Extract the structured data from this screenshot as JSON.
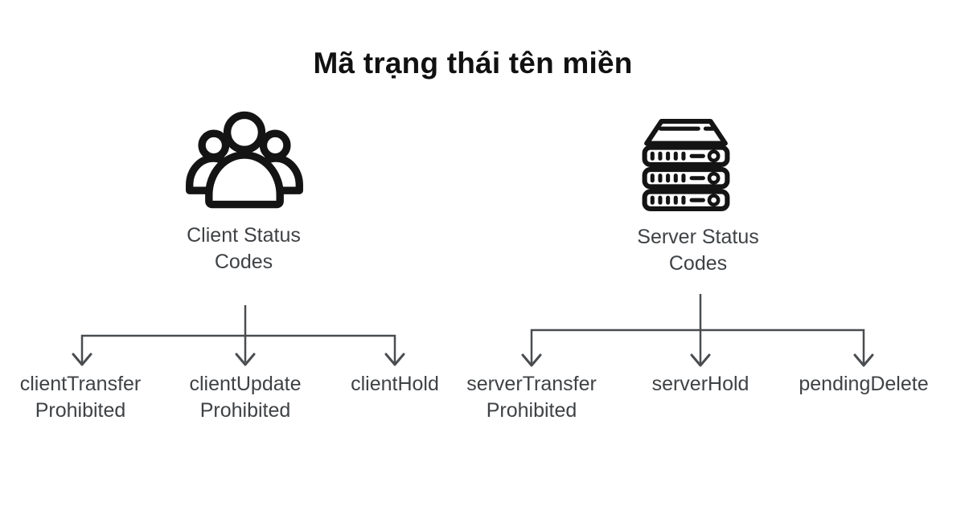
{
  "title": "Mã trạng thái tên miền",
  "colors": {
    "background": "#ffffff",
    "title_text": "#111111",
    "label_text": "#3f4245",
    "connector_line": "#4a4d50",
    "icon_stroke": "#141414"
  },
  "icons": {
    "left": "users-group-icon",
    "right": "server-rack-icon"
  },
  "trees": [
    {
      "icon": "users-group-icon",
      "root": {
        "lines": [
          "Client Status",
          "Codes"
        ]
      },
      "children": [
        {
          "lines": [
            "clientTransfer",
            "Prohibited"
          ]
        },
        {
          "lines": [
            "clientUpdate",
            "Prohibited"
          ]
        },
        {
          "lines": [
            "clientHold"
          ]
        }
      ]
    },
    {
      "icon": "server-rack-icon",
      "root": {
        "lines": [
          "Server Status",
          "Codes"
        ]
      },
      "children": [
        {
          "lines": [
            "serverTransfer",
            "Prohibited"
          ]
        },
        {
          "lines": [
            "serverHold"
          ]
        },
        {
          "lines": [
            "pendingDelete"
          ]
        }
      ]
    }
  ]
}
